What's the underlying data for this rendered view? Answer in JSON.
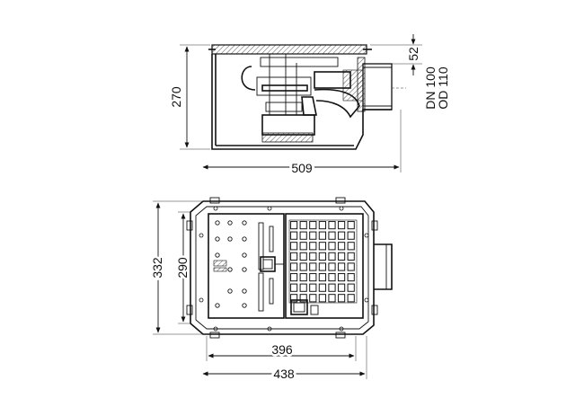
{
  "dimensions": {
    "side_height": "270",
    "side_width": "509",
    "outlet_offset": "52",
    "outlet_dn": "DN 100",
    "outlet_od": "OD 110",
    "top_outer_height": "332",
    "top_inner_height": "290",
    "top_inner_width": "396",
    "top_outer_width": "438"
  },
  "colors": {
    "line": "#111111",
    "background": "#ffffff"
  }
}
